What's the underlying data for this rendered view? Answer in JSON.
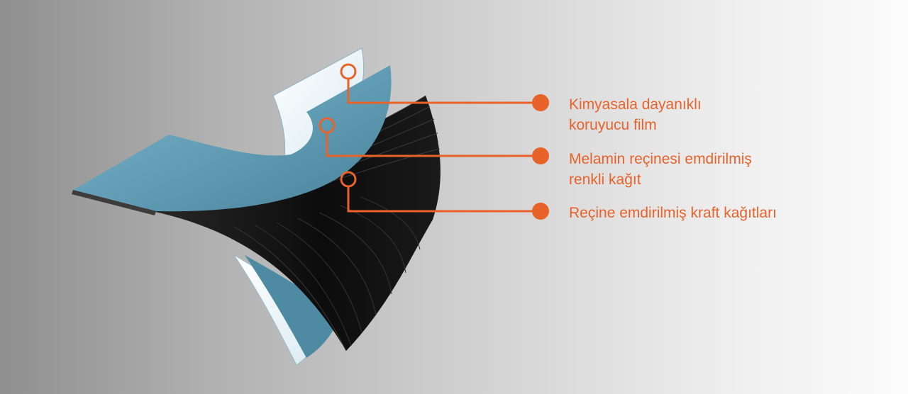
{
  "diagram": {
    "callout_color": "#e8622a",
    "layers": [
      {
        "id": "film",
        "label_lines": [
          "Kimyasala dayanıklı",
          "koruyucu film"
        ],
        "color": "#eef6f9"
      },
      {
        "id": "melamine",
        "label_lines": [
          "Melamin reçinesi emdirilmiş",
          "renkli kağıt"
        ],
        "color": "#5f9bb3"
      },
      {
        "id": "kraft",
        "label_lines": [
          "Reçine emdirilmiş kraft kağıtları"
        ],
        "color": "#111111"
      }
    ]
  }
}
